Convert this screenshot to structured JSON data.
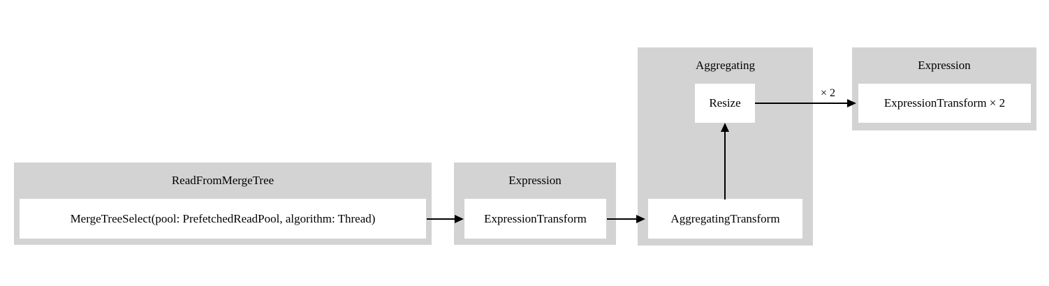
{
  "diagram": {
    "type": "query-pipeline-graph",
    "background_color": "#ffffff",
    "cluster_color": "#d3d3d3",
    "node_color": "#ffffff",
    "edge_color": "#000000",
    "clusters": [
      {
        "id": "read-from-merge-tree",
        "title": "ReadFromMergeTree",
        "nodes": [
          {
            "id": "merge-tree-select",
            "label": "MergeTreeSelect(pool: PrefetchedReadPool, algorithm: Thread)"
          }
        ]
      },
      {
        "id": "expression-1",
        "title": "Expression",
        "nodes": [
          {
            "id": "expression-transform-1",
            "label": "ExpressionTransform"
          }
        ]
      },
      {
        "id": "aggregating",
        "title": "Aggregating",
        "nodes": [
          {
            "id": "resize",
            "label": "Resize"
          },
          {
            "id": "aggregating-transform",
            "label": "AggregatingTransform"
          }
        ]
      },
      {
        "id": "expression-2",
        "title": "Expression",
        "nodes": [
          {
            "id": "expression-transform-2",
            "label": "ExpressionTransform × 2"
          }
        ]
      }
    ],
    "edges": [
      {
        "id": "edge-merge-to-expression",
        "from": "merge-tree-select",
        "to": "expression-transform-1",
        "label": ""
      },
      {
        "id": "edge-expression-to-aggregating",
        "from": "expression-transform-1",
        "to": "aggregating-transform",
        "label": ""
      },
      {
        "id": "edge-aggregating-to-resize",
        "from": "aggregating-transform",
        "to": "resize",
        "label": ""
      },
      {
        "id": "edge-resize-to-expression2",
        "from": "resize",
        "to": "expression-transform-2",
        "label": "× 2"
      }
    ]
  }
}
